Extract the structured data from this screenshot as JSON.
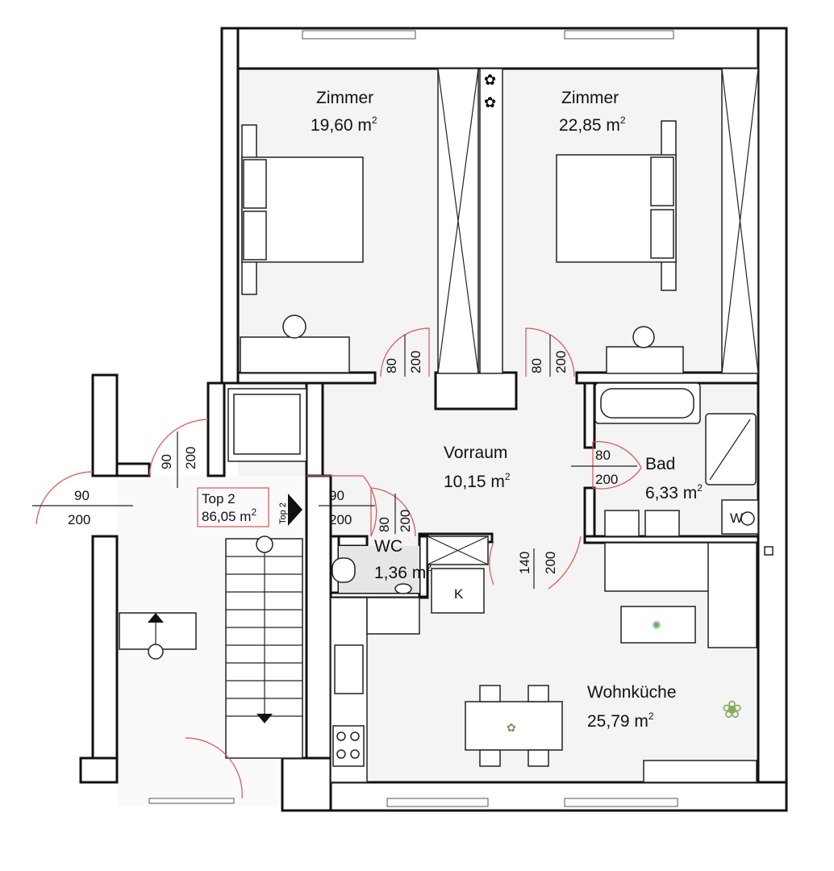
{
  "rooms": {
    "zimmer1": {
      "name": "Zimmer",
      "area": "19,60 m",
      "sup": "2"
    },
    "zimmer2": {
      "name": "Zimmer",
      "area": "22,85 m",
      "sup": "2"
    },
    "vorraum": {
      "name": "Vorraum",
      "area": "10,15 m",
      "sup": "2"
    },
    "bad": {
      "name": "Bad",
      "area": "6,33 m",
      "sup": "2"
    },
    "wc": {
      "name": "WC",
      "area": "1,36 m",
      "sup": "2"
    },
    "wohnkueche": {
      "name": "Wohnküche",
      "area": "25,79 m",
      "sup": "2"
    },
    "top": {
      "name": "Top 2",
      "area": "86,05 m",
      "sup": "2",
      "entrance_label": "Top 2"
    }
  },
  "doors": {
    "zimmer1": {
      "w": "80",
      "h": "200"
    },
    "zimmer2": {
      "w": "80",
      "h": "200"
    },
    "bad": {
      "w": "80",
      "h": "200"
    },
    "wc": {
      "w": "80",
      "h": "200"
    },
    "entry": {
      "w": "90",
      "h": "200"
    },
    "stair_upper": {
      "w": "90",
      "h": "200"
    },
    "stair_left": {
      "w": "90",
      "h": "200"
    },
    "kitchen": {
      "w": "140",
      "h": "200"
    }
  },
  "fixtures": {
    "k_label": "K",
    "w_label": "W"
  },
  "colors": {
    "door": "#d9534f",
    "wall": "#111111"
  }
}
